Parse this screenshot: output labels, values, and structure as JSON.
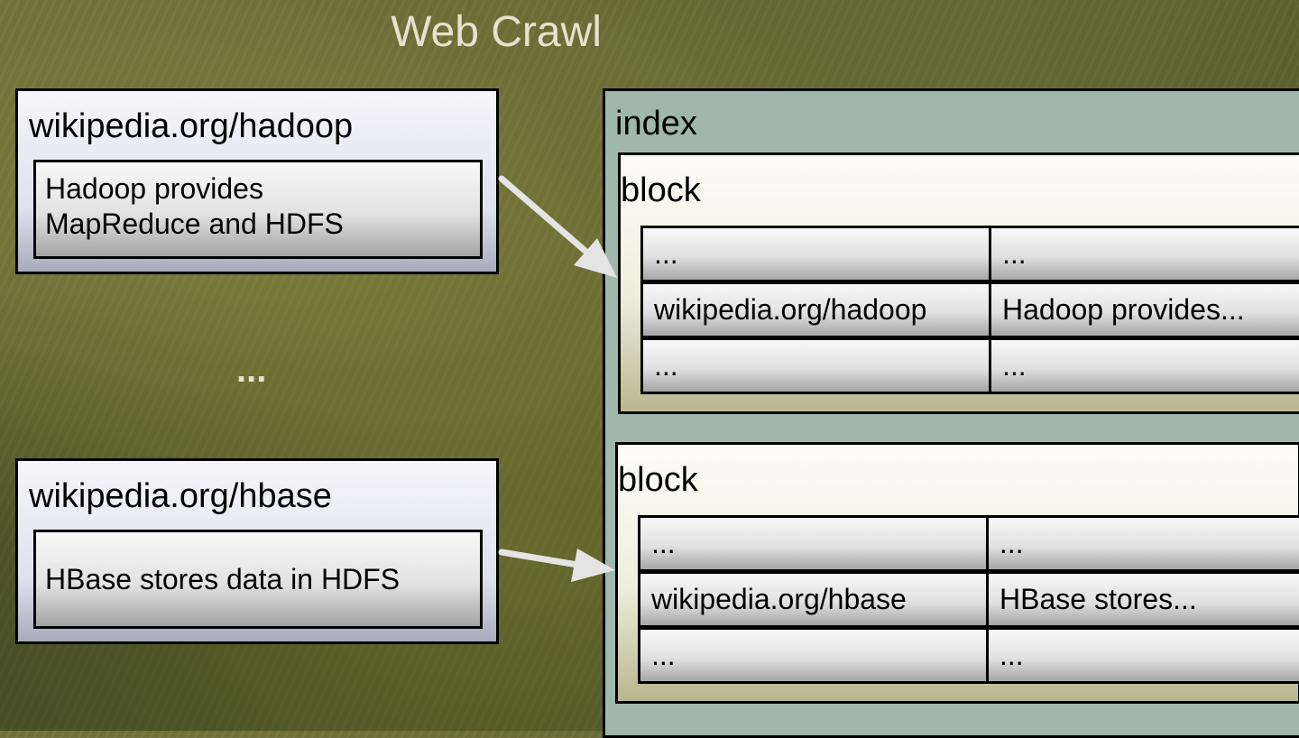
{
  "title": "Web Crawl",
  "documents": [
    {
      "url": "wikipedia.org/hadoop",
      "content_lines": [
        "Hadoop provides",
        "MapReduce and HDFS"
      ]
    },
    {
      "url": "wikipedia.org/hbase",
      "content_lines": [
        "HBase stores data in HDFS"
      ]
    }
  ],
  "ellipsis": "...",
  "index": {
    "label": "index",
    "blocks": [
      {
        "label": "block",
        "rows": [
          {
            "key": "...",
            "value": "..."
          },
          {
            "key": "wikipedia.org/hadoop",
            "value": "Hadoop provides..."
          },
          {
            "key": "...",
            "value": "..."
          }
        ]
      },
      {
        "label": "block",
        "rows": [
          {
            "key": "...",
            "value": "..."
          },
          {
            "key": "wikipedia.org/hbase",
            "value": "HBase stores..."
          },
          {
            "key": "...",
            "value": "..."
          }
        ]
      }
    ]
  },
  "colors": {
    "index_fill": "#9fb8ab",
    "arrow": "#e4e4e4"
  }
}
